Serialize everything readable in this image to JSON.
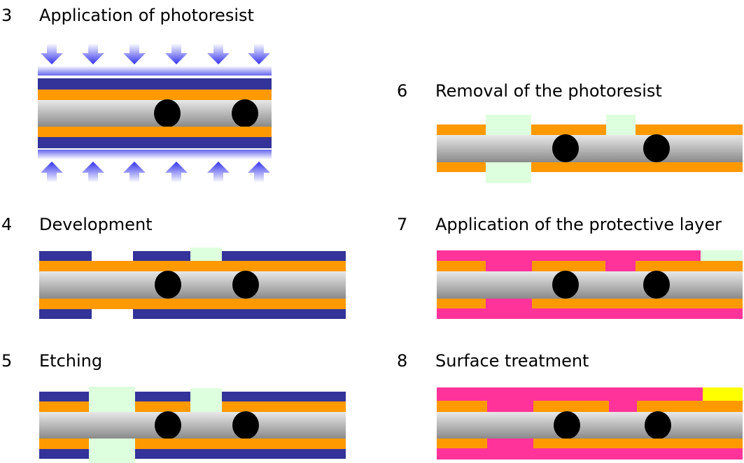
{
  "colors": {
    "photoresist": "#333399",
    "copper": "#ff9900",
    "substrate_light": "#e8e8e8",
    "substrate_dark": "#8a8a8a",
    "via": "#000000",
    "exposed_area": "#ddffdd",
    "protective_layer": "#ff3399",
    "surface_finish": "#ffff00",
    "light_arrow": "#3333ee"
  },
  "steps": [
    {
      "number": "3",
      "title": "Application of photoresist"
    },
    {
      "number": "4",
      "title": "Development"
    },
    {
      "number": "5",
      "title": "Etching"
    },
    {
      "number": "6",
      "title": "Removal of the photoresist"
    },
    {
      "number": "7",
      "title": "Application of the protective layer"
    },
    {
      "number": "8",
      "title": "Surface treatment"
    }
  ]
}
